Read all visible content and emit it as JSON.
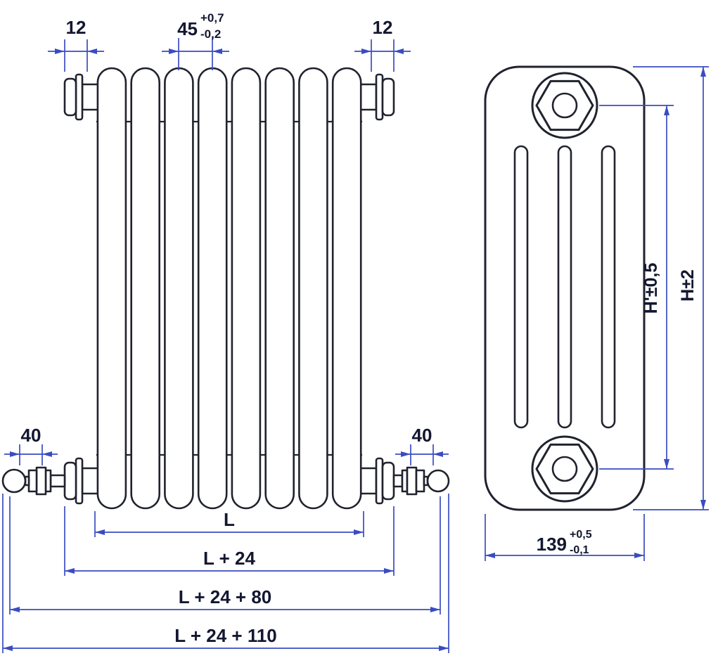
{
  "colors": {
    "outline": "#20222e",
    "dimension": "#3a4cc0",
    "text": "#131730",
    "background": "#ffffff"
  },
  "front_view": {
    "dims": {
      "plug_left": "12",
      "plug_right": "12",
      "pitch_value": "45",
      "pitch_tol_plus": "+0,7",
      "pitch_tol_minus": "-0,2",
      "valve_left": "40",
      "valve_right": "40",
      "length": "L",
      "length_plus_plugs": "L + 24",
      "length_plus_valves": "L + 24 + 80",
      "length_overall": "L + 24 + 110"
    }
  },
  "side_view": {
    "dims": {
      "center_distance": "H'±0,5",
      "overall_height": "H±2",
      "depth_value": "139",
      "depth_tol_plus": "+0,5",
      "depth_tol_minus": "-0,1"
    }
  }
}
